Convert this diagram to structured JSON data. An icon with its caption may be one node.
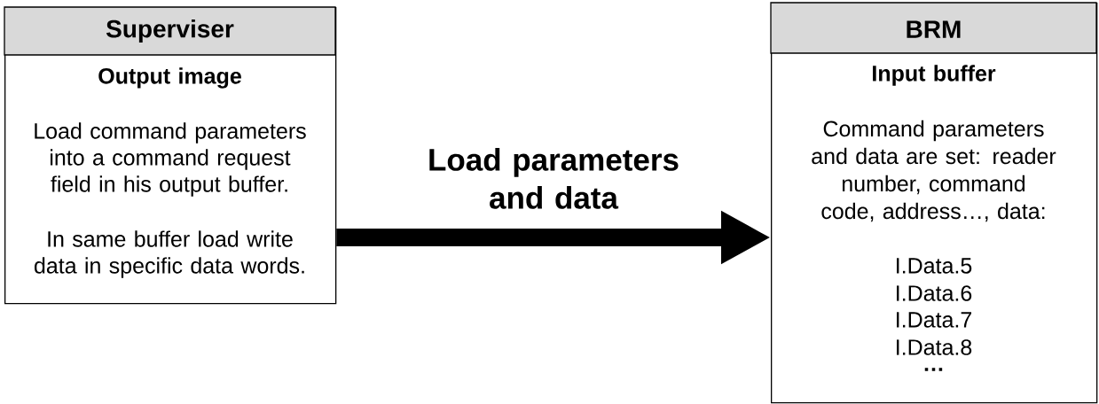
{
  "diagram": {
    "nodes": [
      {
        "text": [
          "Superviser",
          "Output image",
          "Load command parameters into a command request field in his output buffer.",
          "In same buffer load write data in specific data words."
        ]
      },
      {
        "text": [
          "BRM",
          "Input buffer",
          "Command parameters and data are set: reader number, command code, address…, data:",
          "I.Data.5",
          "I.Data.6",
          "I.Data.7",
          "I.Data.8",
          "…"
        ]
      }
    ],
    "edges": [
      {
        "from": 0,
        "to": 1,
        "arrow": "to",
        "label": "Load parameters and data"
      }
    ]
  }
}
